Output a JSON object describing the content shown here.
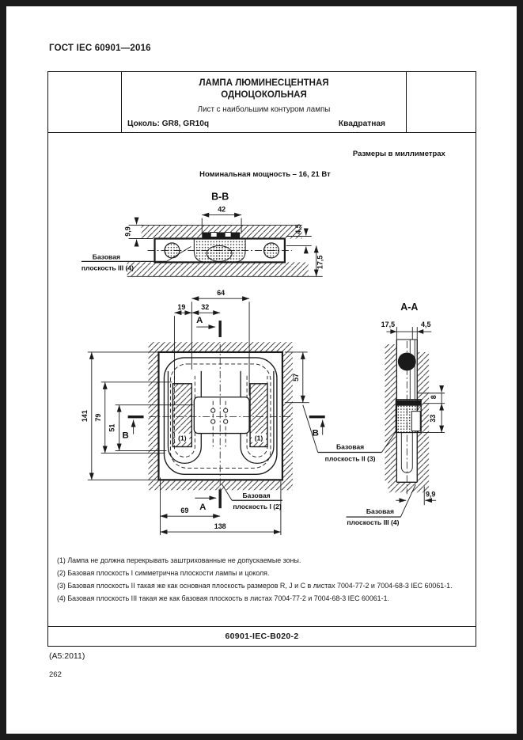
{
  "page": {
    "header": "ГОСТ IEC 60901—2016",
    "revision": "(А5:2011)",
    "page_number": "262"
  },
  "title_block": {
    "title_line1": "ЛАМПА ЛЮМИНЕСЦЕНТНАЯ",
    "title_line2": "ОДНОЦОКОЛЬНАЯ",
    "subtitle": "Лист с наибольшим контуром лампы",
    "cap_label": "Цоколь: GR8, GR10q",
    "shape_label": "Квадратная"
  },
  "drawing": {
    "units_note": "Размеры в миллиметрах",
    "power_note": "Номинальная мощность – 16, 21 Вт",
    "section_bb": {
      "title": "B-B",
      "dim_42": "42",
      "dim_9_9": "9,9",
      "dim_4_5": "4,5",
      "dim_17_5": "17,5",
      "ref_plane": {
        "line1": "Базовая",
        "line2": "плоскость III (4)"
      }
    },
    "plan": {
      "dim_64": "64",
      "dim_19": "19",
      "dim_32": "32",
      "dim_141": "141",
      "dim_79": "79",
      "dim_51": "51",
      "dim_57": "57",
      "dim_69": "69",
      "dim_138": "138",
      "cut_a": "A",
      "cut_b": "B",
      "zone_note": "(1)",
      "ref_plane_1": {
        "line1": "Базовая",
        "line2": "плоскость I (2)"
      },
      "ref_plane_2": {
        "line1": "Базовая",
        "line2": "плоскость II (3)"
      }
    },
    "section_aa": {
      "title": "A-A",
      "dim_17_5": "17,5",
      "dim_4_5": "4,5",
      "dim_8": "8",
      "dim_33": "33",
      "dim_9_9": "9,9",
      "ref_plane_3": {
        "line1": "Базовая",
        "line2": "плоскость III (4)"
      }
    }
  },
  "notes": [
    {
      "num": "(1)",
      "text": "Лампа не должна перекрывать заштрихованные не допускаемые зоны."
    },
    {
      "num": "(2)",
      "text": "Базовая плоскость I симметрична плоскости лампы и цоколя."
    },
    {
      "num": "(3)",
      "text": "Базовая плоскость II такая же как основная плоскость размеров R, J и C в листах 7004-77-2 и 7004-68-3 IEC 60061-1."
    },
    {
      "num": "(4)",
      "text": "Базовая плоскость III такая же как базовая плоскость в листах 7004-77-2 и 7004-68-3 IEC 60061-1."
    }
  ],
  "sheet_id": "60901-IEC-B020-2"
}
